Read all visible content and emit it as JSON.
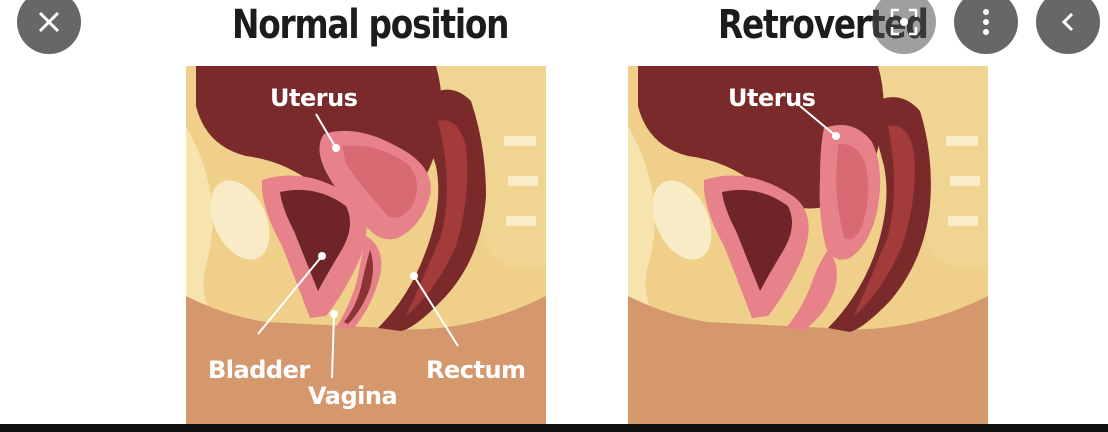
{
  "diagram": {
    "title_left": "Normal position",
    "title_right": "Retroverted",
    "labels": {
      "uterus_left": "Uterus",
      "bladder": "Bladder",
      "vagina": "Vagina",
      "rectum": "Rectum",
      "uterus_right": "Uterus"
    }
  },
  "viewer": {
    "close_icon": "close-icon",
    "lens_icon": "lens-icon",
    "more_icon": "more-vertical-icon",
    "back_icon": "chevron-left-icon"
  },
  "colors": {
    "skin": "#d4986c",
    "fat": "#f3da9a",
    "fat_light": "#f8e8ba",
    "uterus": "#e7828a",
    "dark_organ": "#7a2a2a",
    "lumen": "#8c3434",
    "title": "#1c1c1c"
  }
}
